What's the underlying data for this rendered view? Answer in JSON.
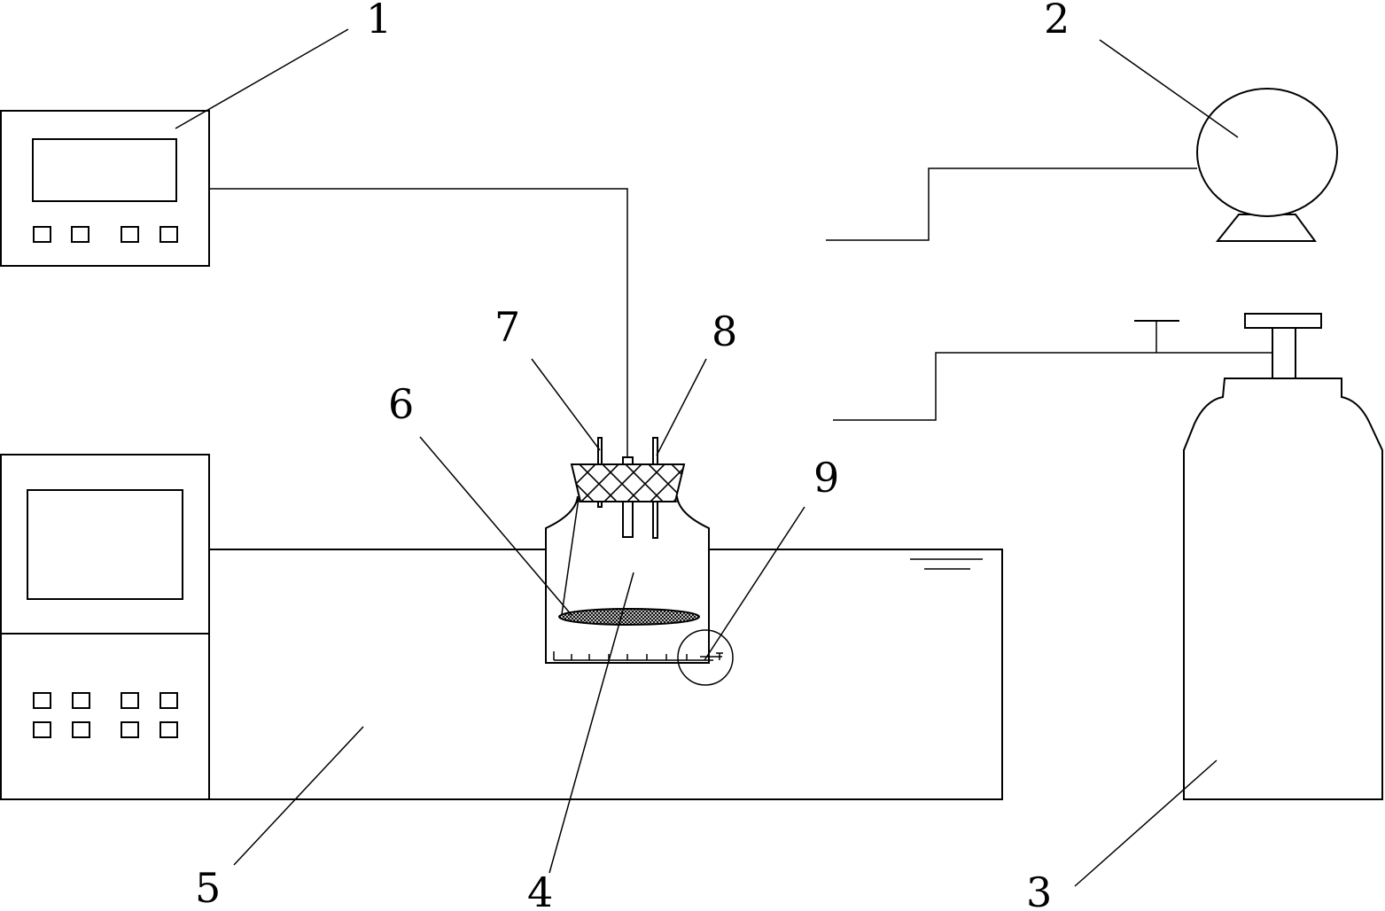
{
  "labels": {
    "controller": "1",
    "pump": "2",
    "gas_cylinder": "3",
    "reaction_vessel": "4",
    "water_bath": "5",
    "sample_net": "6",
    "inlet_tube": "7",
    "outlet_tube": "8",
    "stirrer": "9"
  },
  "colors": {
    "line": "#000000",
    "background": "#ffffff"
  }
}
